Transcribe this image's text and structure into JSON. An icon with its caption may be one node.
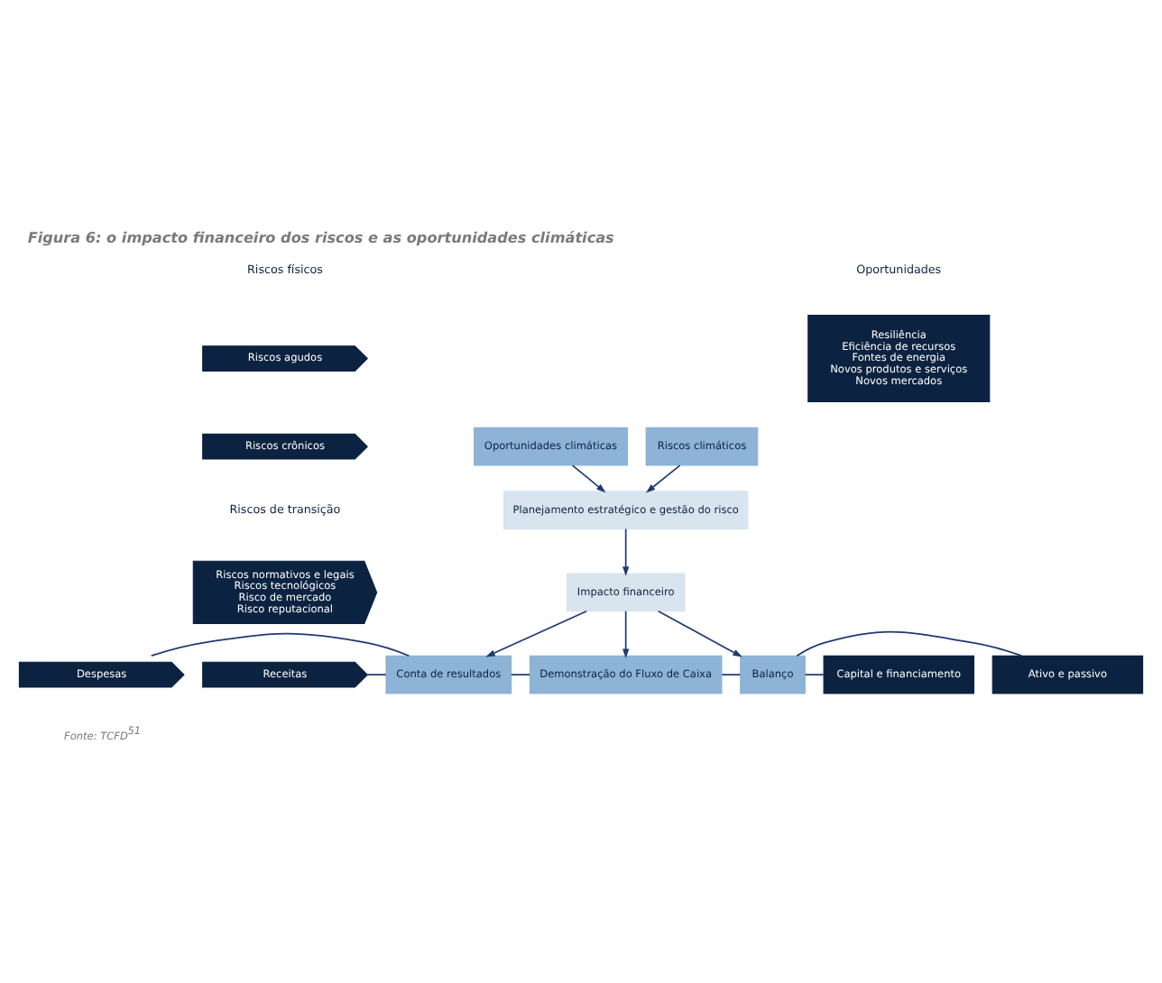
{
  "diagram": {
    "title": "Figura 6: o impacto financeiro dos riscos e as oportunidades climáticas",
    "caption": "Fonte: TCFD$^{51}$",
    "nodes": [
      {
        "text": [
          "Riscos agudos"
        ]
      },
      {
        "text": [
          "Riscos crônicos"
        ]
      },
      {
        "text": [
          "Riscos normativos e legais",
          "Riscos tecnológicos",
          "Risco de mercado",
          "Risco reputacional"
        ]
      },
      {
        "text": [
          "Resiliência",
          "Eficiência de recursos",
          "Fontes de energia",
          "Novos produtos e serviços",
          "Novos mercados"
        ]
      },
      {
        "text": [
          "Riscos climáticos"
        ]
      },
      {
        "text": [
          "Oportunidades climáticas"
        ]
      },
      {
        "text": [
          "Planejamento estratégico e gestão do risco"
        ]
      },
      {
        "text": [
          "Impacto financeiro"
        ]
      },
      {
        "text": [
          "Conta de resultados"
        ]
      },
      {
        "text": [
          "Demonstração do Fluxo de Caixa"
        ]
      },
      {
        "text": [
          "Balanço"
        ]
      },
      {
        "text": [
          "Receitas"
        ]
      },
      {
        "text": [
          "Despesas"
        ]
      },
      {
        "text": [
          "Ativo e passivo"
        ]
      },
      {
        "text": [
          "Capital e financiamento"
        ]
      }
    ],
    "edges": [
      {
        "from": 4,
        "to": 6,
        "arrow": "to"
      },
      {
        "from": 5,
        "to": 6,
        "arrow": "to"
      },
      {
        "from": 6,
        "to": 7,
        "arrow": "to"
      },
      {
        "from": 7,
        "to": 8,
        "arrow": "to"
      },
      {
        "from": 7,
        "to": 9,
        "arrow": "to"
      },
      {
        "from": 7,
        "to": 10,
        "arrow": "to"
      },
      {
        "from": 8,
        "to": 9,
        "arrow": "none"
      },
      {
        "from": 9,
        "to": 10,
        "arrow": "none"
      },
      {
        "from": 11,
        "to": 8,
        "arrow": "none"
      },
      {
        "from": 12,
        "to": 8,
        "arrow": "none"
      },
      {
        "from": 10,
        "to": 13,
        "arrow": "none"
      },
      {
        "from": 10,
        "to": 14,
        "arrow": "none"
      }
    ],
    "labels": [
      "Riscos físicos",
      "Riscos de transição",
      "Oportunidades"
    ]
  }
}
